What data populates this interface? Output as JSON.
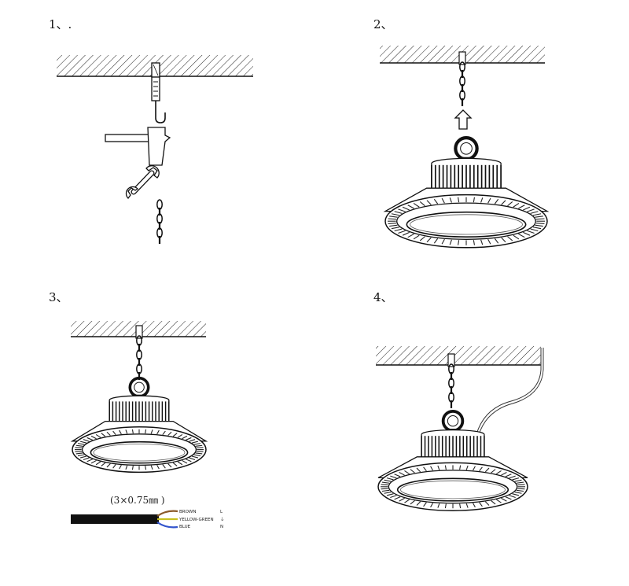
{
  "steps": [
    {
      "label": "1、."
    },
    {
      "label": "2、"
    },
    {
      "label": "3、"
    },
    {
      "label": "4、"
    }
  ],
  "wiring": {
    "spec": "(3×0.75㎜ )",
    "wires": [
      {
        "name": "BROWN",
        "terminal": "L",
        "color": "#8b5a2b"
      },
      {
        "name": "YELLOW-GREEN",
        "terminal": "⏚",
        "color": "#c8c020"
      },
      {
        "name": "BLUE",
        "terminal": "N",
        "color": "#3355cc"
      }
    ],
    "cable_color": "#111111"
  },
  "icons": [
    "ceiling-hatch",
    "anchor-bolt",
    "hammer",
    "wrench",
    "chain",
    "up-arrow",
    "highbay-lamp",
    "power-cord"
  ]
}
